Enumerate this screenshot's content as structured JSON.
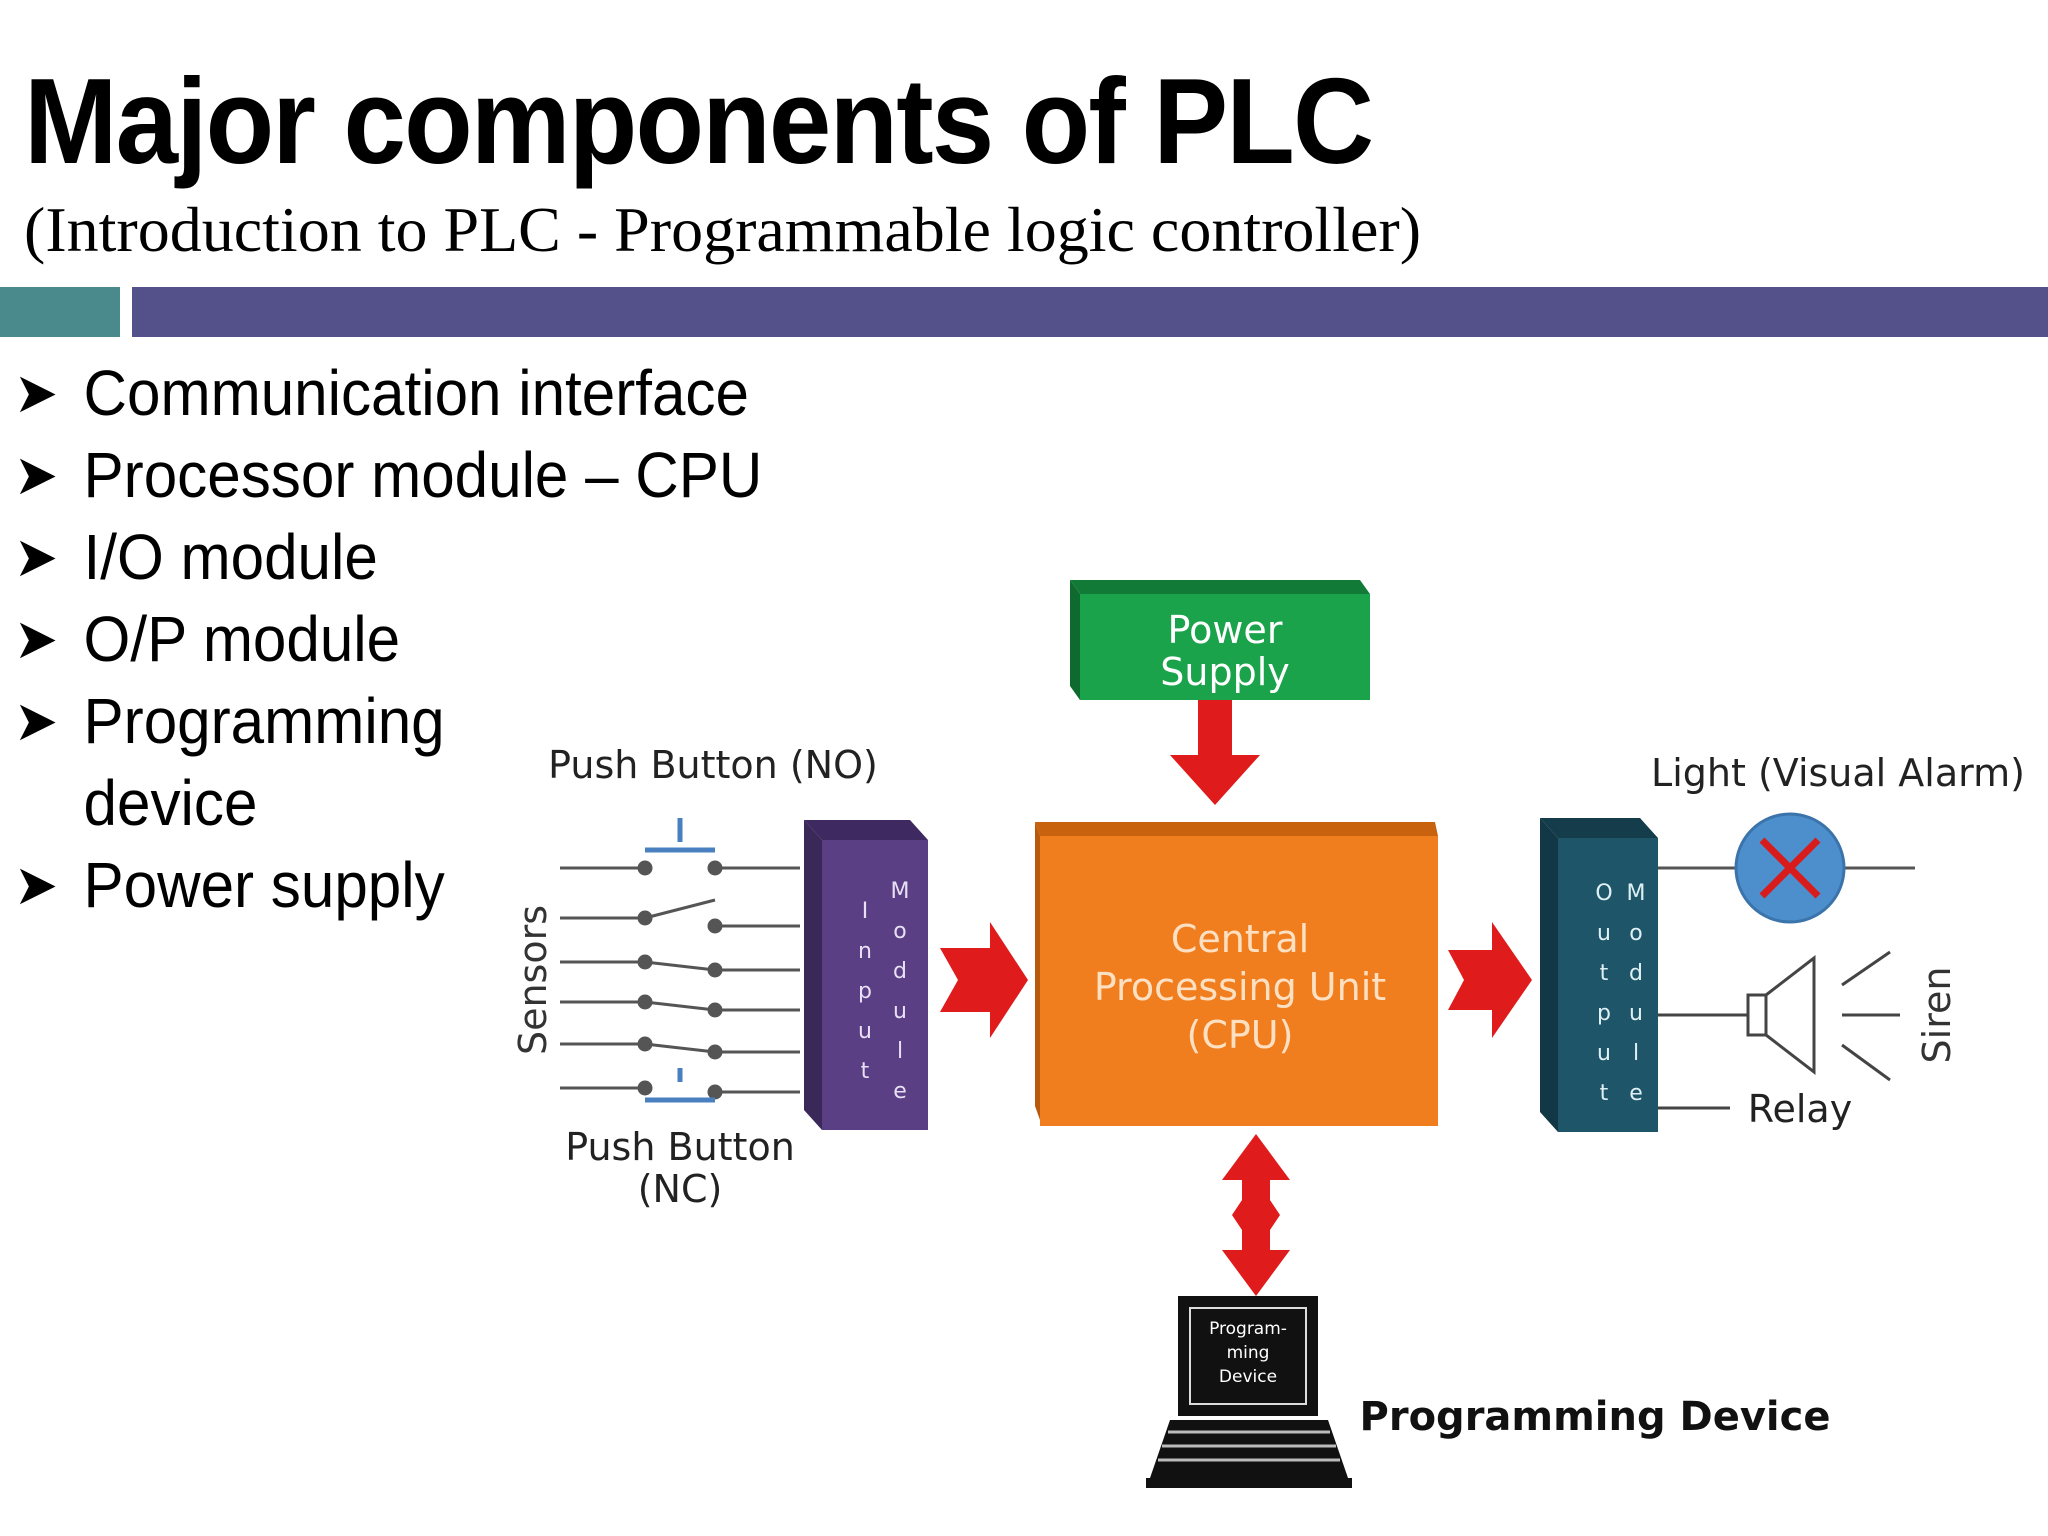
{
  "slide": {
    "title": "Major components of PLC",
    "subtitle": "(Introduction to PLC - Programmable logic controller)",
    "bar_colors": {
      "left": "#4a8a8c",
      "right": "#54508a"
    }
  },
  "bullets": {
    "items": [
      {
        "text": "Communication interface"
      },
      {
        "text": "Processor module – CPU"
      },
      {
        "text": "I/O module"
      },
      {
        "text": "O/P module"
      },
      {
        "text": "Programming device"
      },
      {
        "text": "Power supply"
      }
    ]
  },
  "diagram": {
    "power_supply": {
      "line1": "Power",
      "line2": "Supply"
    },
    "cpu": {
      "line1": "Central",
      "line2": "Processing Unit",
      "line3": "(CPU)"
    },
    "input_module": {
      "col1": [
        "I",
        "n",
        "p",
        "u",
        "t"
      ],
      "col2": [
        "M",
        "o",
        "d",
        "u",
        "l",
        "e"
      ]
    },
    "output_module": {
      "col1": [
        "O",
        "u",
        "t",
        "p",
        "u",
        "t"
      ],
      "col2": [
        "M",
        "o",
        "d",
        "u",
        "l",
        "e"
      ]
    },
    "push_button_no": "Push Button (NO)",
    "push_button_nc": {
      "line1": "Push Button",
      "line2": "(NC)"
    },
    "sensors": "Sensors",
    "light": "Light (Visual Alarm)",
    "siren": "Siren",
    "relay": "Relay",
    "programming_device_screen": {
      "line1": "Program-",
      "line2": "ming",
      "line3": "Device"
    },
    "programming_device_label": "Programming Device",
    "colors": {
      "power_supply": "#1aa34a",
      "cpu": "#f07d1e",
      "input_module": "#5a3f84",
      "output_module": "#1f5568",
      "arrow": "#e01b1b",
      "light": "#4d8fcc"
    }
  }
}
